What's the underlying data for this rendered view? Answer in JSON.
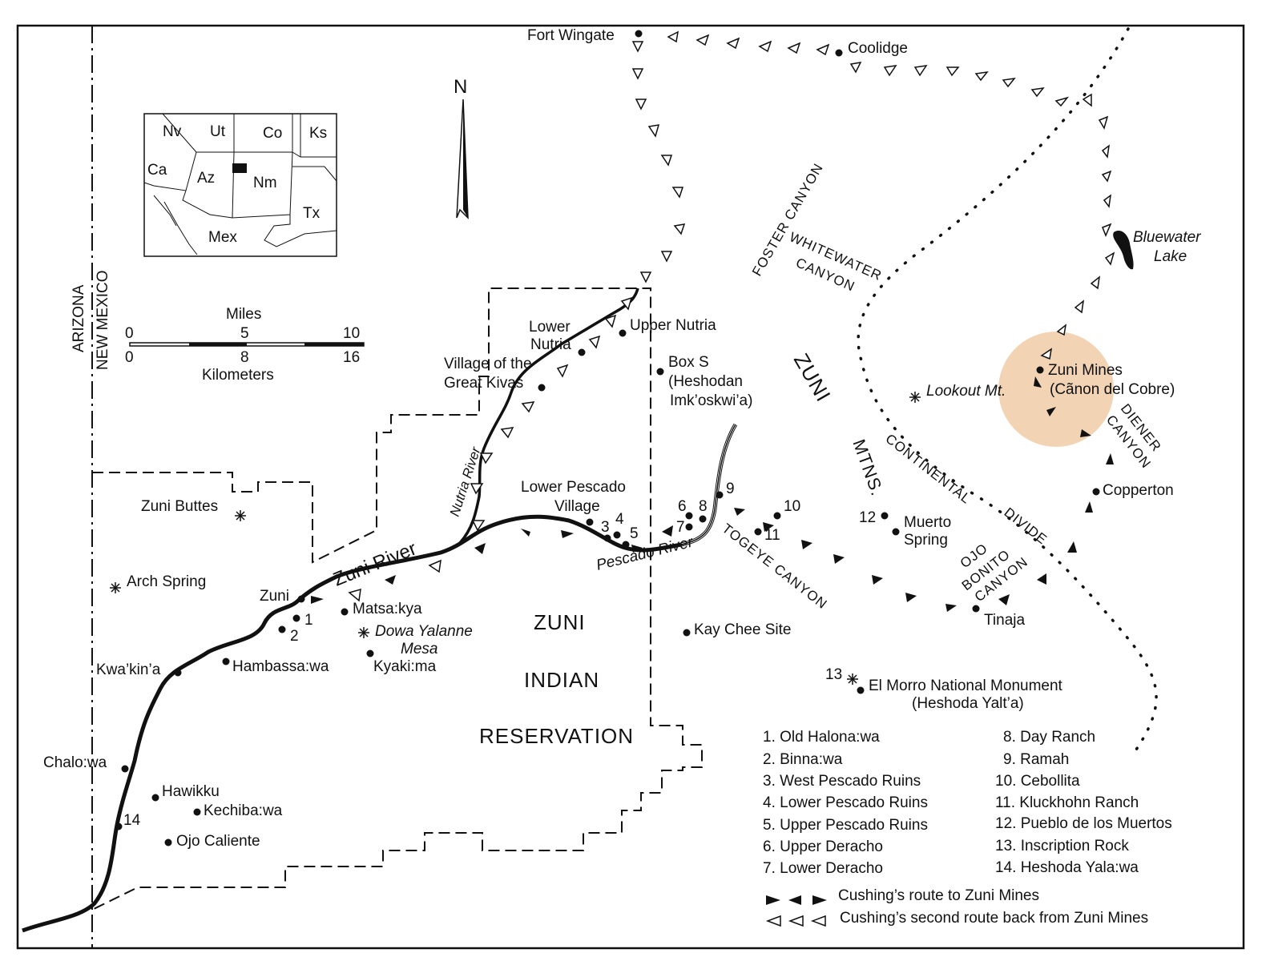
{
  "map": {
    "compass": "N",
    "state_line": {
      "left": "ARIZONA",
      "right": "NEW MEXICO"
    },
    "inset_states": [
      "Nv",
      "Ut",
      "Co",
      "Ks",
      "Ca",
      "Az",
      "Nm",
      "Tx",
      "Mex"
    ],
    "scale": {
      "miles_label": "Miles",
      "miles_ticks": [
        "0",
        "5",
        "10"
      ],
      "km_ticks": [
        "0",
        "8",
        "16"
      ],
      "km_label": "Kilometers"
    },
    "reservation": [
      "ZUNI",
      "INDIAN",
      "RESERVATION"
    ],
    "rivers": {
      "zuni": "Zuni River",
      "nutria": "Nutria River",
      "pescado": "Pescado River"
    },
    "canyons": {
      "foster": "FOSTER CANYON",
      "whitewater_1": "WHITEWATER",
      "whitewater_2": "CANYON",
      "togeye": "TOGEYE CANYON",
      "diener_1": "DIENER",
      "diener_2": "CANYON",
      "ojo_1": "OJO",
      "ojo_2": "BONITO",
      "ojo_3": "CANYON",
      "continental_1": "CONTINENTAL",
      "continental_2": "DIVIDE",
      "zuni": "ZUNI",
      "mtns": "MTNS."
    },
    "places": {
      "fort_wingate": "Fort Wingate",
      "coolidge": "Coolidge",
      "bluewater_1": "Bluewater",
      "bluewater_2": "Lake",
      "zuni_mines_1": "Zuni Mines",
      "zuni_mines_2": "(Cãnon del Cobre)",
      "lookout": "Lookout Mt.",
      "copperton": "Copperton",
      "upper_nutria": "Upper Nutria",
      "lower_nutria_1": "Lower",
      "lower_nutria_2": "Nutria",
      "great_kivas_1": "Village of the",
      "great_kivas_2": "Great Kivas",
      "box_s_1": "Box S",
      "box_s_2": "(Heshodan",
      "box_s_3": "Imk’oskwi’a)",
      "lower_pescado_1": "Lower Pescado",
      "lower_pescado_2": "Village",
      "zuni_buttes": "Zuni Buttes",
      "arch_spring": "Arch Spring",
      "zuni": "Zuni",
      "matsakya": "Matsa:kya",
      "dowa_1": "Dowa Yalanne",
      "dowa_2": "Mesa",
      "kyakima": "Kyaki:ma",
      "kwakina": "Kwa’kin’a",
      "hambassawa": "Hambassa:wa",
      "chalowa": "Chalo:wa",
      "hawikku": "Hawikku",
      "kechibawa": "Kechiba:wa",
      "ojo_caliente": "Ojo Caliente",
      "kay_chee": "Kay Chee Site",
      "muerto_1": "Muerto",
      "muerto_2": "Spring",
      "tinaja": "Tinaja",
      "el_morro_1": "El Morro National Monument",
      "el_morro_2": "(Heshoda Yalt’a)"
    },
    "numbers": [
      "1",
      "2",
      "3",
      "4",
      "5",
      "6",
      "7",
      "8",
      "9",
      "10",
      "11",
      "12",
      "13",
      "14"
    ],
    "legend_sites": [
      "1. Old Halona:wa",
      "2. Binna:wa",
      "3. West Pescado Ruins",
      "4. Lower Pescado Ruins",
      "5. Upper Pescado Ruins",
      "6. Upper Deracho",
      "7. Lower Deracho",
      "8. Day Ranch",
      "9. Ramah",
      "10. Cebollita",
      "11. Kluckhohn Ranch",
      "12. Pueblo de los Muertos",
      "13. Inscription Rock",
      "14. Heshoda Yala:wa"
    ],
    "legend_routes": [
      "Cushing’s route to Zuni Mines",
      "Cushing’s second route back from Zuni Mines"
    ],
    "colors": {
      "highlight": "#f2d3b4",
      "ink": "#111111",
      "paper": "#ffffff"
    }
  }
}
